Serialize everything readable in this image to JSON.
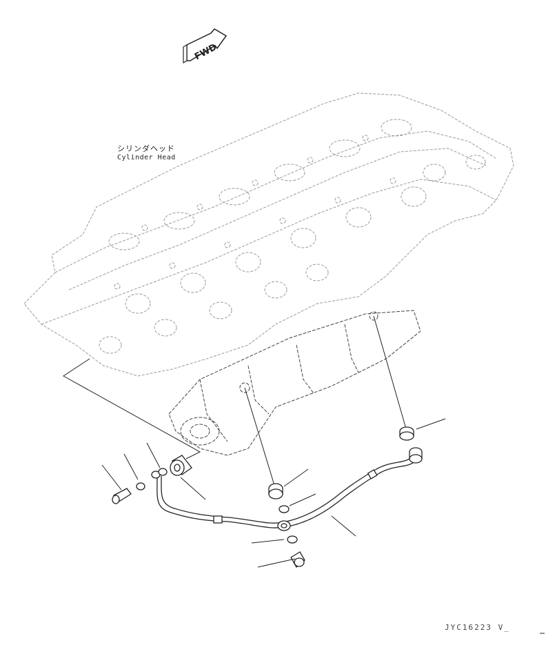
{
  "labels": {
    "cylinder_head_jp": "シリンダヘッド",
    "cylinder_head_en": "Cylinder Head",
    "forward": "FWD",
    "drawing_code": "JYC16223 V_"
  },
  "colors": {
    "line": "#222222",
    "faint": "#9a9a9a",
    "background": "#ffffff"
  }
}
